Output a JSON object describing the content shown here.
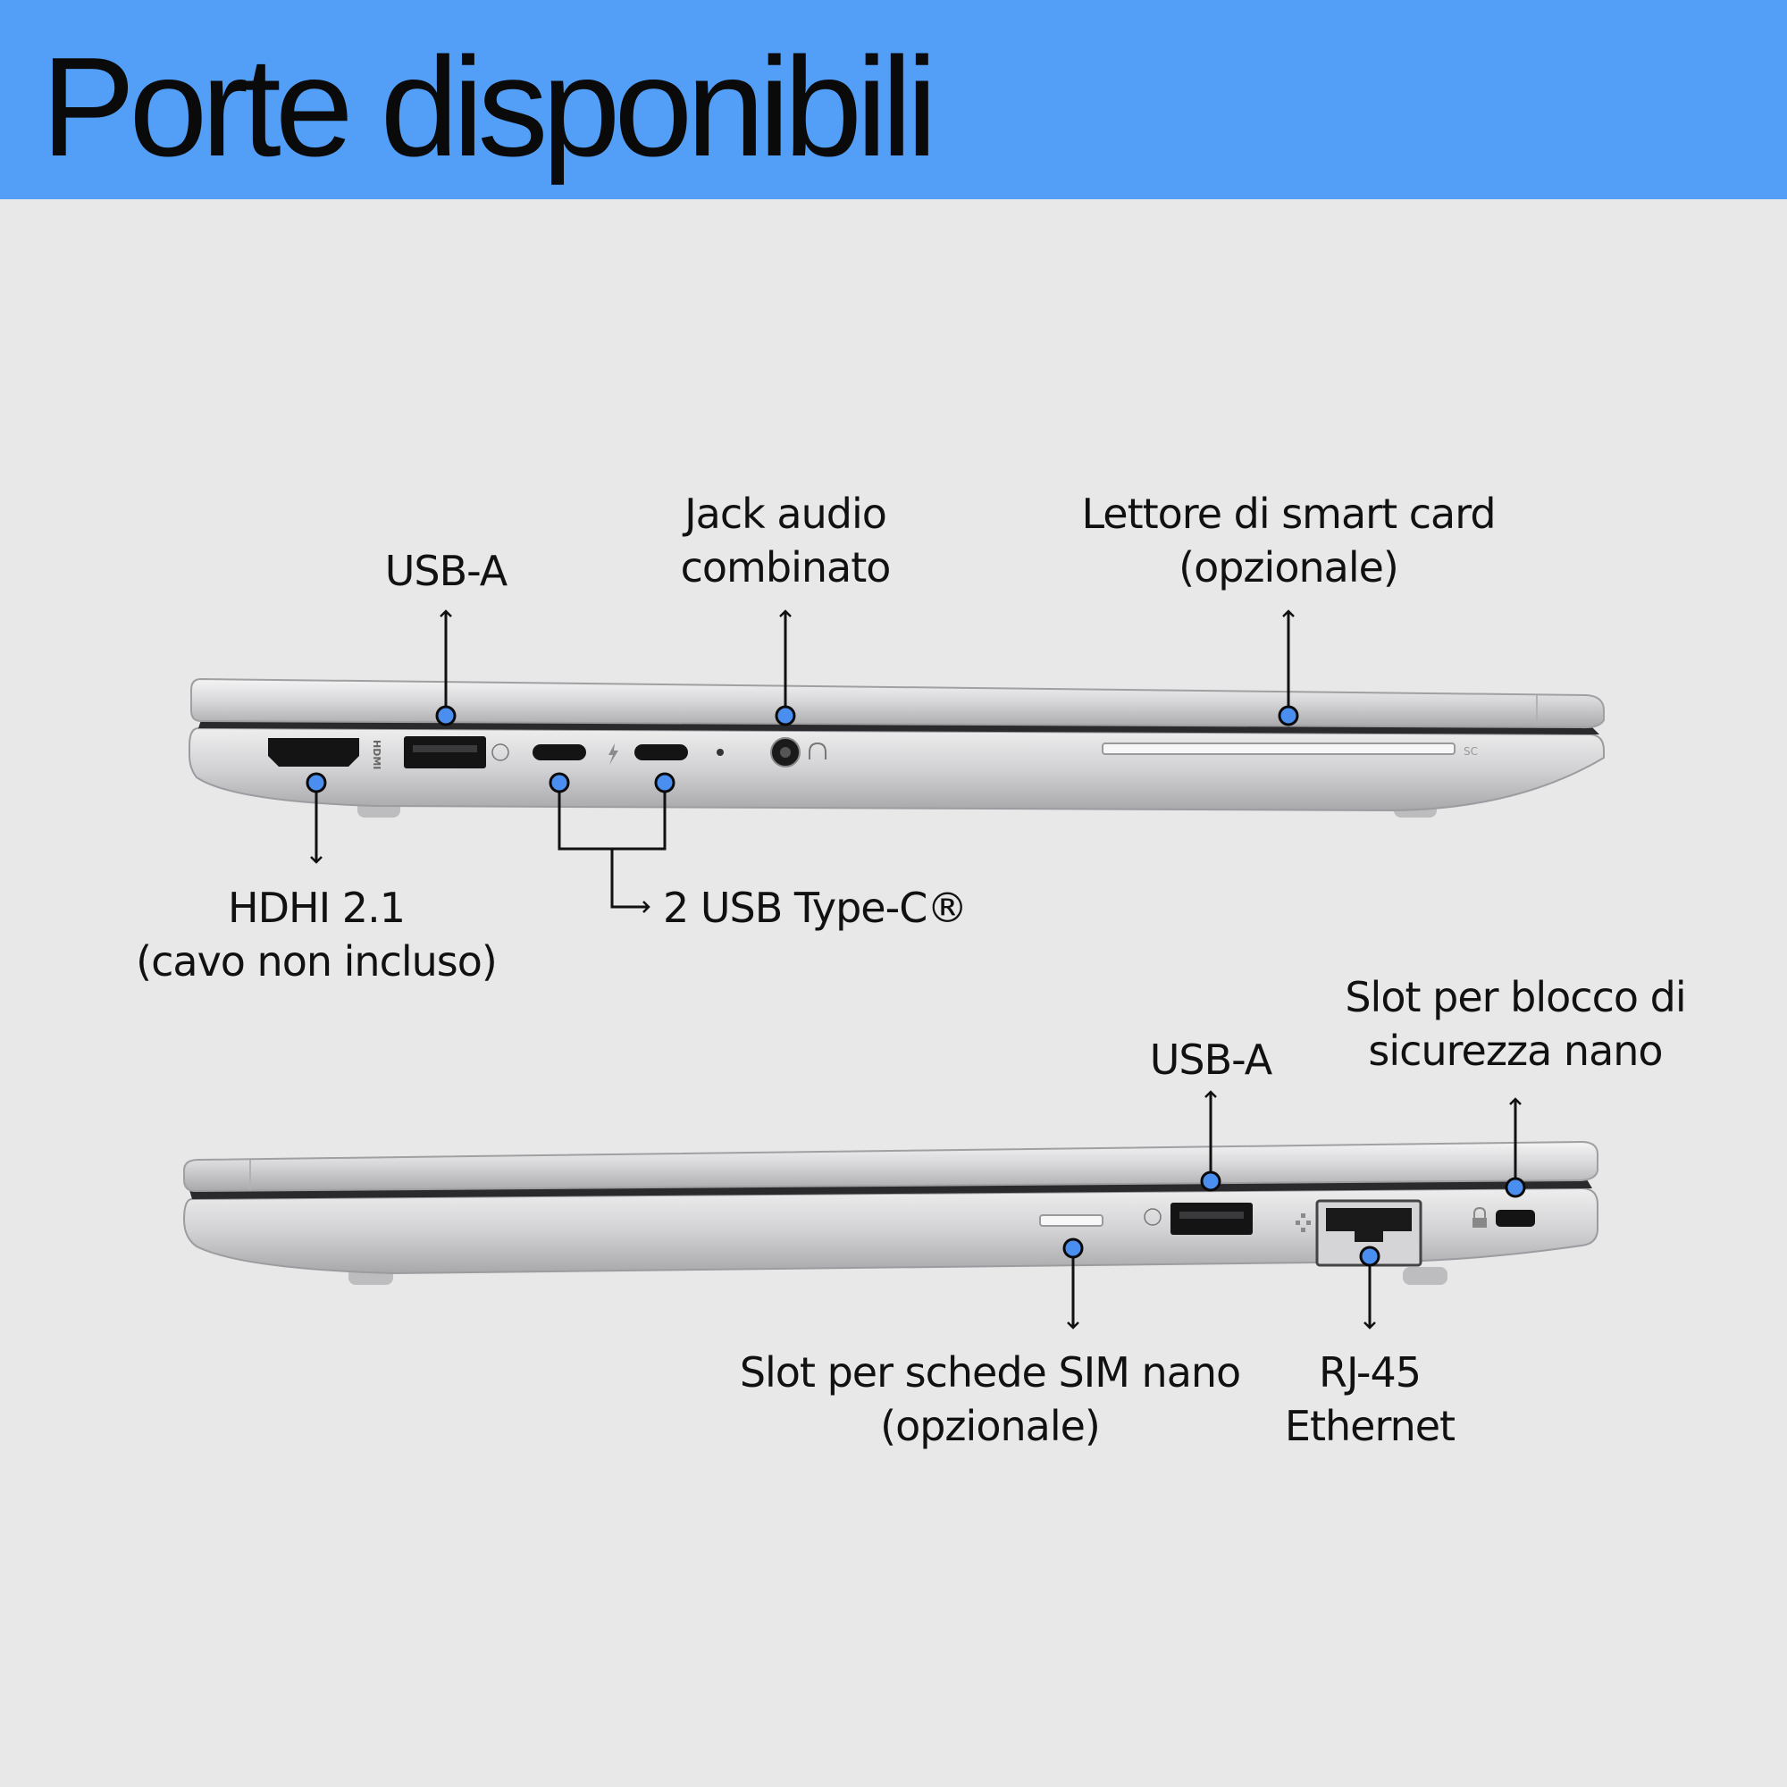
{
  "title": "Porte disponibili",
  "colors": {
    "header": "#539ff7",
    "background": "#e8e8e8",
    "marker": "#4a8ef0",
    "chassis": "#d0d0d2"
  },
  "labels": {
    "usb_a_left": [
      "USB-A"
    ],
    "jack_audio": [
      "Jack audio",
      "combinato"
    ],
    "smart_card": [
      "Lettore di smart card",
      "(opzionale)"
    ],
    "hdmi": [
      "HDHI 2.1",
      "(cavo non incluso)"
    ],
    "usb_c": [
      "2 USB Type-C®"
    ],
    "usb_a_right": [
      "USB-A"
    ],
    "lock_slot": [
      "Slot per blocco di",
      "sicurezza nano"
    ],
    "sim_slot": [
      "Slot per schede SIM nano",
      "(opzionale)"
    ],
    "rj45": [
      "RJ-45",
      "Ethernet"
    ]
  },
  "port_marks": {
    "hdmi_logo": "HDMI",
    "smart_card_mark": "SC"
  }
}
